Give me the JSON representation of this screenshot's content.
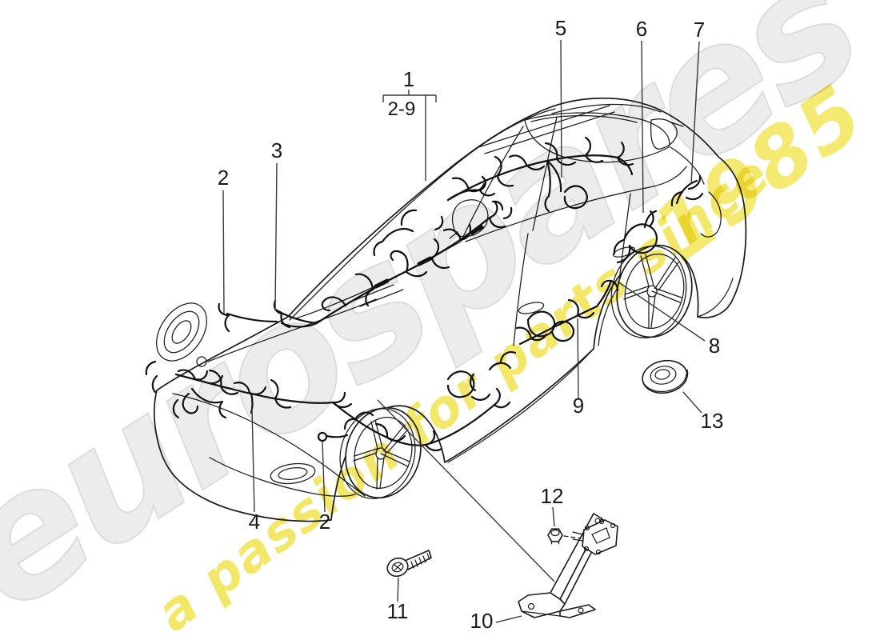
{
  "figure": {
    "type": "parts-diagram",
    "subject": "vehicle wiring harnesses on car body line drawing with fastener and bracket parts"
  },
  "watermark": {
    "brand": "eurospares",
    "tagline": "a passion for parts since",
    "year": "1985",
    "brand_color": "#ececec",
    "accent_color": "#f2e558",
    "line_color": "#1a1a1a"
  },
  "diagram": {
    "callouts": {
      "group_label": "1",
      "group_range": "2-9",
      "front_left_harness": "2",
      "dash_harness": "3",
      "bumper_harness": "4",
      "front_right_harness": "2",
      "roof_harness": "5",
      "rear_door_harness": "6",
      "tailgate_harness": "7",
      "quarter_harness": "8",
      "sill_harness": "9",
      "bracket": "10",
      "screw": "11",
      "nut": "12",
      "grommet": "13"
    }
  }
}
